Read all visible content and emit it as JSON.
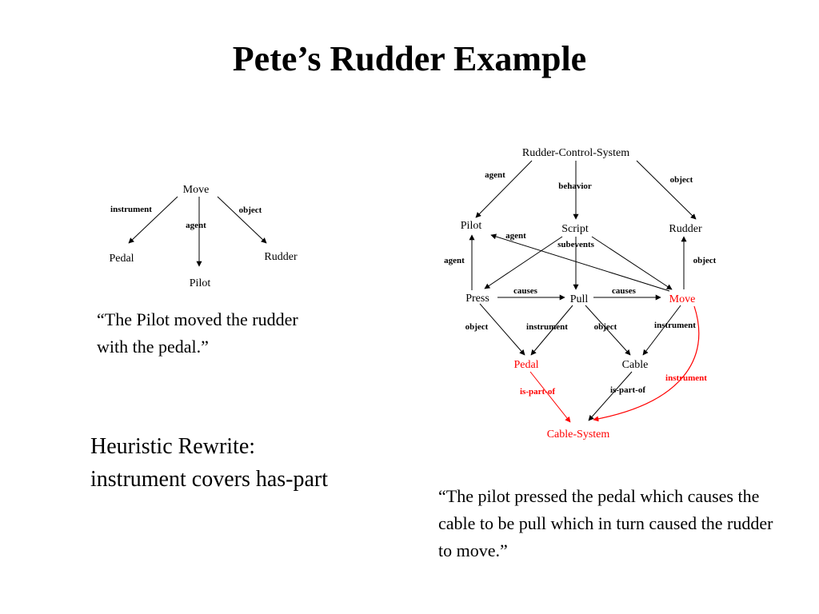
{
  "title": "Pete’s Rudder Example",
  "left_diagram": {
    "nodes": {
      "move": "Move",
      "pedal": "Pedal",
      "pilot": "Pilot",
      "rudder": "Rudder"
    },
    "edges": {
      "instrument": "instrument",
      "agent": "agent",
      "object": "object"
    },
    "caption": "“The Pilot moved the rudder with the pedal.”"
  },
  "right_diagram": {
    "nodes": {
      "rudder_control_system": "Rudder-Control-System",
      "pilot": "Pilot",
      "script": "Script",
      "rudder": "Rudder",
      "press": "Press",
      "pull": "Pull",
      "move": "Move",
      "pedal": "Pedal",
      "cable": "Cable",
      "cable_system": "Cable-System"
    },
    "edges": {
      "rcs_agent": "agent",
      "rcs_behavior": "behavior",
      "rcs_object": "object",
      "move_agent": "agent",
      "subevents": "subevents",
      "rudder_object": "object",
      "press_agent": "agent",
      "press_causes": "causes",
      "pull_causes": "causes",
      "press_object": "object",
      "pull_instrument": "instrument",
      "pull_object": "object",
      "move_instrument": "instrument",
      "move_instrument_red": "instrument",
      "pedal_is_part_of": "is-part-of",
      "cable_is_part_of": "is-part-of"
    },
    "caption": "“The pilot pressed the pedal which causes the cable to be pull which in turn caused the rudder to move.”"
  },
  "heuristic": "Heuristic Rewrite: instrument covers has-part",
  "colors": {
    "highlight": "#ff0000",
    "text": "#000000",
    "background": "#ffffff"
  }
}
